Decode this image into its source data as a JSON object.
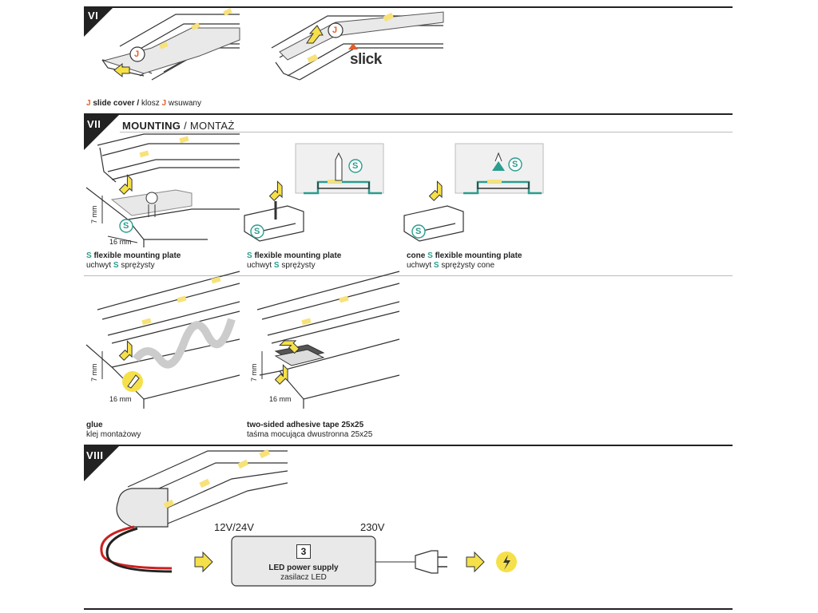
{
  "sections": {
    "vi": {
      "badge": "VI",
      "brand": "slick",
      "caption": {
        "letter": "J",
        "text_en": " slide cover / ",
        "text_pl_pre": "klosz ",
        "letter_pl": "J",
        "text_pl_post": " wsuwany"
      },
      "marker": "J"
    },
    "vii": {
      "badge": "VII",
      "title": "MOUNTING",
      "title_pl": " / MONTAŻ",
      "marker": "S",
      "dims": {
        "height": "7 mm",
        "width": "16 mm"
      },
      "items": [
        {
          "id": "s-plate-1",
          "letter": "S",
          "line1": " flexible mounting plate",
          "line2_pre": "uchwyt ",
          "line2_letter": "S",
          "line2_post": " sprężysty"
        },
        {
          "id": "s-plate-2",
          "letter": "S",
          "line1": " flexible mounting plate",
          "line2_pre": "uchwyt ",
          "line2_letter": "S",
          "line2_post": " sprężysty"
        },
        {
          "id": "cone-plate",
          "prefix": "cone ",
          "letter": "S",
          "line1": " flexible mounting plate",
          "line2_pre": "uchwyt ",
          "line2_letter": "S",
          "line2_post": " sprężysty cone"
        },
        {
          "id": "glue",
          "line1": "glue",
          "line2": "klej montażowy"
        },
        {
          "id": "tape",
          "line1": "two-sided adhesive tape 25x25",
          "line2": "taśma mocująca dwustronna 25x25"
        }
      ]
    },
    "viii": {
      "badge": "VIII",
      "voltage_low": "12V/24V",
      "voltage_high": "230V",
      "psu": {
        "number": "3",
        "label_en": "LED power supply",
        "label_pl": "zasilacz LED"
      }
    }
  },
  "colors": {
    "accent_j": "#e0602a",
    "accent_s": "#2a9d8f",
    "arrow_yellow": "#f5e04a",
    "led": "#f7e27a",
    "wire_red": "#cc2020"
  }
}
